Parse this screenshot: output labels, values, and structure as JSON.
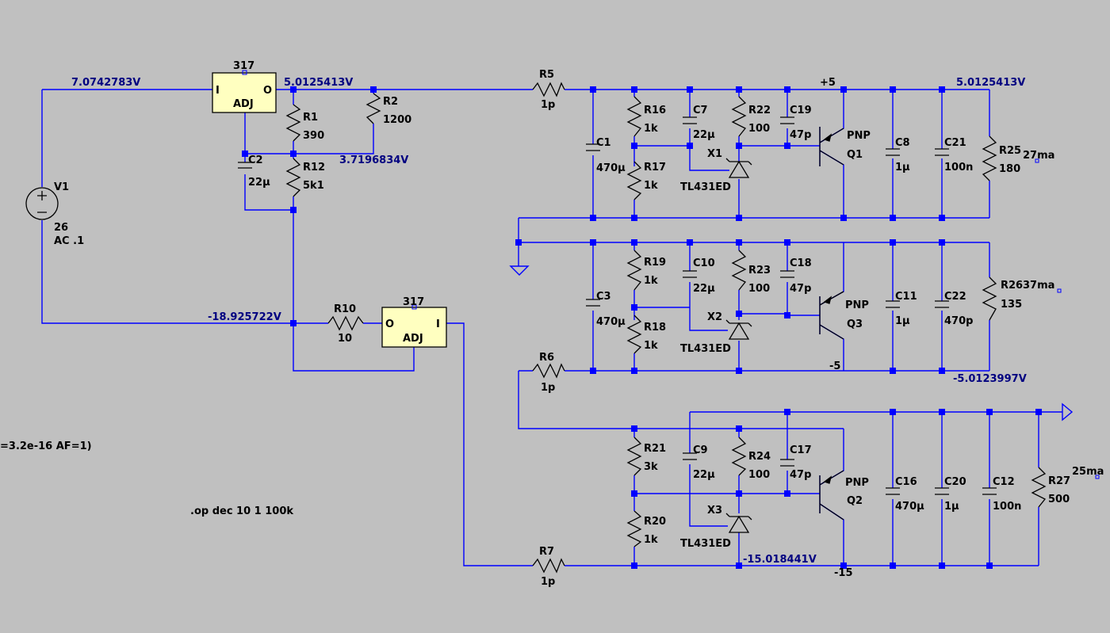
{
  "net_labels": {
    "v_in_top": "7.0742783V",
    "v_out_317": "5.0125413V",
    "v_adj_node": "3.7196834V",
    "v_out_right": "5.0125413V",
    "v_neg_in": "-18.925722V",
    "v_neg_out": "-5.0123997V",
    "v_neg15": "-15.018441V",
    "plus5": "+5",
    "minus5": "-5",
    "minus15": "-15",
    "i_r25": "27ma",
    "i_r26": "37ma",
    "i_r27": "25ma"
  },
  "regulators": {
    "top": {
      "name": "317",
      "in": "I",
      "out": "O",
      "adj": "ADJ"
    },
    "bottom": {
      "name": "317",
      "in": "I",
      "out": "O",
      "adj": "ADJ"
    }
  },
  "source": {
    "name": "V1",
    "value": "26",
    "ac": "AC .1"
  },
  "resistors": {
    "R1": {
      "name": "R1",
      "value": "390"
    },
    "R2": {
      "name": "R2",
      "value": "1200"
    },
    "R12": {
      "name": "R12",
      "value": "5k1"
    },
    "R10": {
      "name": "R10",
      "value": "10"
    },
    "R5": {
      "name": "R5",
      "value": "1p"
    },
    "R6": {
      "name": "R6",
      "value": "1p"
    },
    "R7": {
      "name": "R7",
      "value": "1p"
    },
    "R16": {
      "name": "R16",
      "value": "1k"
    },
    "R17": {
      "name": "R17",
      "value": "1k"
    },
    "R22": {
      "name": "R22",
      "value": "100"
    },
    "R25": {
      "name": "R25",
      "value": "180"
    },
    "R19": {
      "name": "R19",
      "value": "1k"
    },
    "R18": {
      "name": "R18",
      "value": "1k"
    },
    "R23": {
      "name": "R23",
      "value": "100"
    },
    "R26": {
      "name": "R26",
      "value": "135"
    },
    "R21": {
      "name": "R21",
      "value": "3k"
    },
    "R20": {
      "name": "R20",
      "value": "1k"
    },
    "R24": {
      "name": "R24",
      "value": "100"
    },
    "R27": {
      "name": "R27",
      "value": "500"
    }
  },
  "capacitors": {
    "C2": {
      "name": "C2",
      "value": "22µ"
    },
    "C1": {
      "name": "C1",
      "value": "470µ"
    },
    "C7": {
      "name": "C7",
      "value": "22µ"
    },
    "C19": {
      "name": "C19",
      "value": "47p"
    },
    "C8": {
      "name": "C8",
      "value": "1µ"
    },
    "C21": {
      "name": "C21",
      "value": "100n"
    },
    "C3": {
      "name": "C3",
      "value": "470µ"
    },
    "C10": {
      "name": "C10",
      "value": "22µ"
    },
    "C18": {
      "name": "C18",
      "value": "47p"
    },
    "C11": {
      "name": "C11",
      "value": "1µ"
    },
    "C22": {
      "name": "C22",
      "value": "470p"
    },
    "C9": {
      "name": "C9",
      "value": "22µ"
    },
    "C17": {
      "name": "C17",
      "value": "47p"
    },
    "C16": {
      "name": "C16",
      "value": "470µ"
    },
    "C20": {
      "name": "C20",
      "value": "1µ"
    },
    "C12": {
      "name": "C12",
      "value": "100n"
    }
  },
  "transistors": {
    "Q1": {
      "name": "Q1",
      "type": "PNP"
    },
    "Q3": {
      "name": "Q3",
      "type": "PNP"
    },
    "Q2": {
      "name": "Q2",
      "type": "PNP"
    }
  },
  "shunts": {
    "X1": {
      "name": "X1",
      "part": "TL431ED"
    },
    "X2": {
      "name": "X2",
      "part": "TL431ED"
    },
    "X3": {
      "name": "X3",
      "part": "TL431ED"
    }
  },
  "directives": {
    "model_fragment": "=3.2e-16 AF=1)",
    "op": ".op dec 10 1 100k"
  }
}
